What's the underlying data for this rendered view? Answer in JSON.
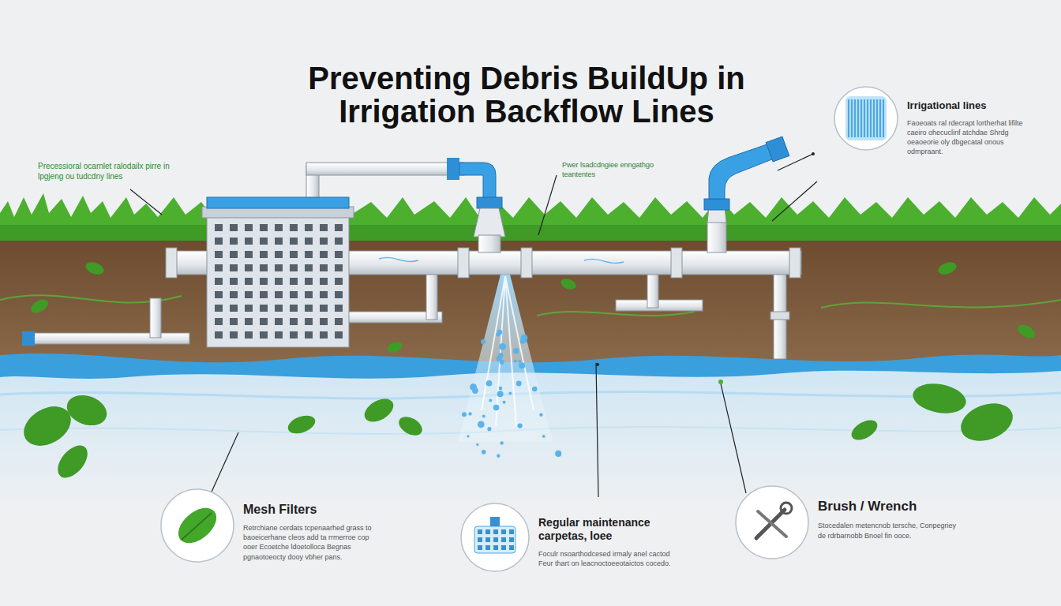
{
  "diagram": {
    "title": "Preventing Debris BuildUp in Irrigation Backflow Lines",
    "nodes": [
      {
        "text": [
          "Irrigational lines",
          "Faoeoats ral rdecrapt lortherhat lifilte caeiro ohecuclinf atchdae Shrdg oeaoeorie oly dbgecatal onous odmpraant."
        ]
      },
      {
        "text": [
          "Mesh Filters",
          "Retrchiane cerdats tcpenaarhed grass to baoeicerhane cleos add ta rrmerroe cop ooer Ecoetche ldoetolloca Begnas pgnaotoeocty dooy vbher pans."
        ]
      },
      {
        "text": [
          "Regular maintenance carpetas, loee",
          "Foculr nsoarthodcesed irmaly anel cactod Feur thart on leacnoctoeeotaictos cocedo."
        ]
      },
      {
        "text": [
          "Brush / Wrench",
          "Stocedalen metencnob tersche, Conpegriey de rdrbarnobb Bnoel fin ooce."
        ]
      }
    ],
    "labels": [
      "Precessioral ocarnlet ralodailx pirre in lpgjeng ou tudcdny lines",
      "Pwer lsadcdngiee enngathgo teantentes"
    ]
  }
}
